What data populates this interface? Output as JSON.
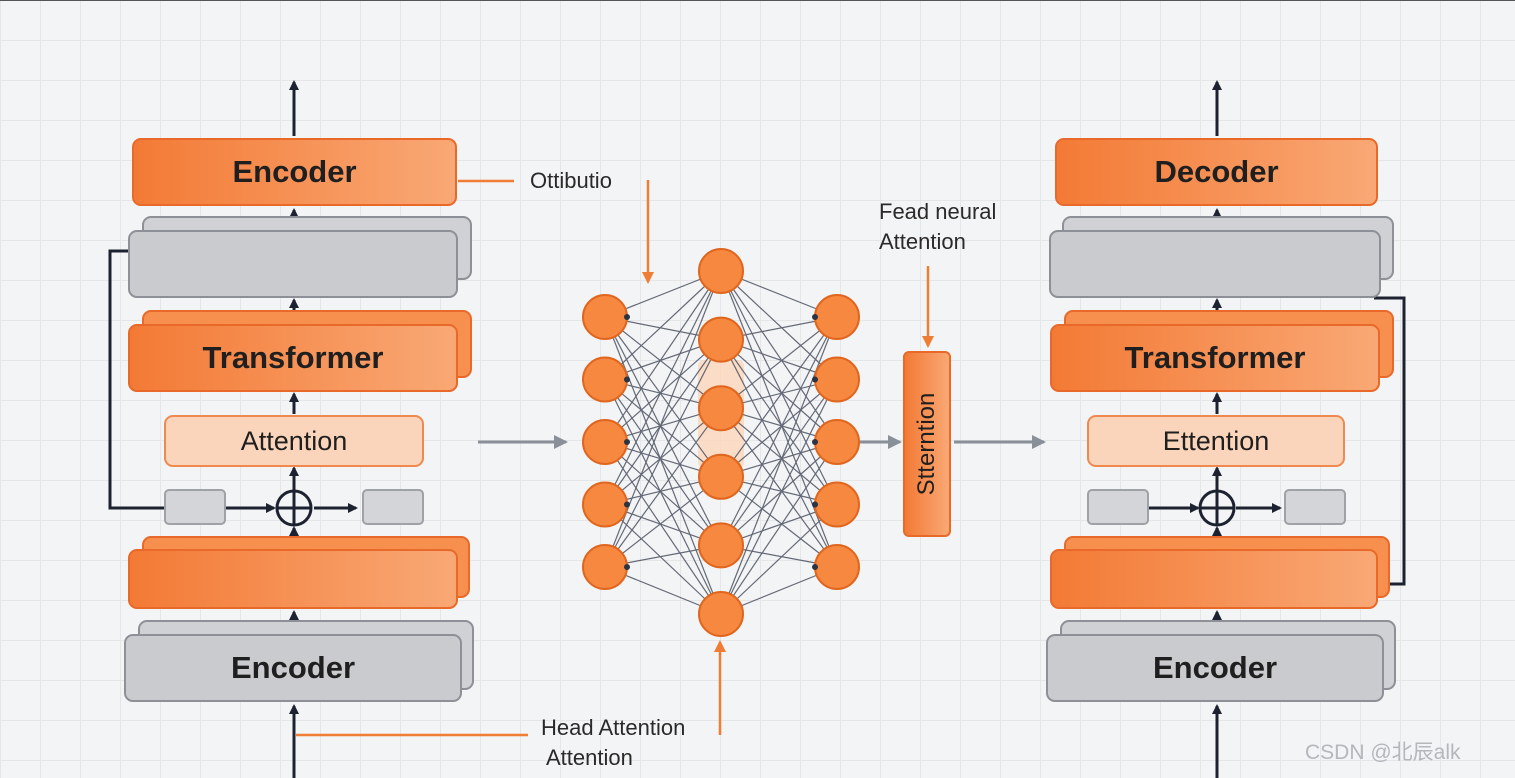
{
  "left_stack": {
    "top_block": "Encoder",
    "middle_block": "Transformer",
    "attention_block": "Attention",
    "bottom_block": "Encoder"
  },
  "right_stack": {
    "top_block": "Decoder",
    "middle_block": "Transformer",
    "attention_block": "Ettention",
    "bottom_block": "Encoder"
  },
  "annotations": {
    "top_callout": "Ottibutio",
    "right_callout_line1": "Fead neural",
    "right_callout_line2": "Attention",
    "bottom_callout_line1": "Head Attention",
    "bottom_callout_line2": "Attention",
    "vertical_block": "Stterntion"
  },
  "neural_network": {
    "layers": [
      5,
      6,
      5
    ],
    "node_color": "#f7883f",
    "edge_color": "#4a5160"
  },
  "colors": {
    "orange": "#f37a35",
    "grey": "#c9cbce",
    "peach": "#fbd5bb",
    "wire": "#1c2230"
  },
  "watermark": "CSDN @北辰alk"
}
